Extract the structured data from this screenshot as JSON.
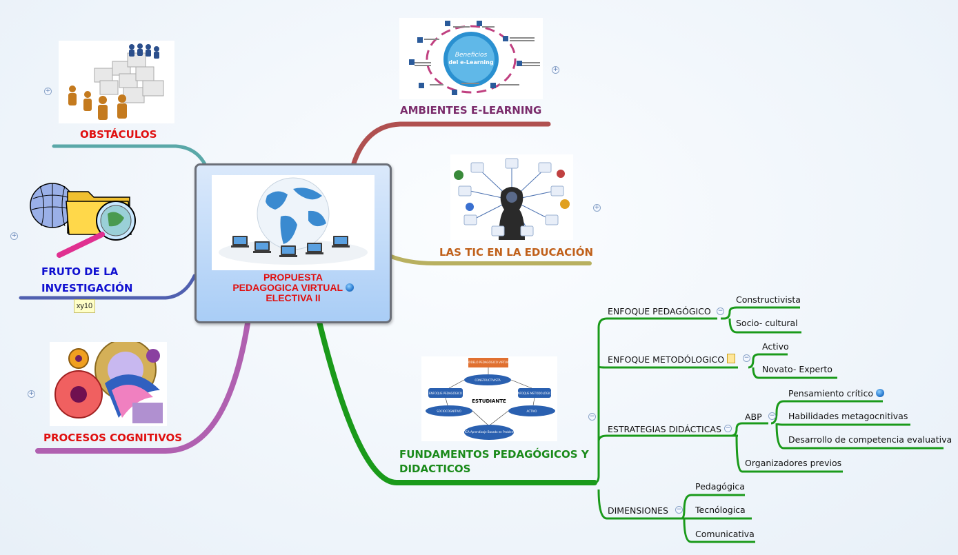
{
  "central": {
    "line1": "PROPUESTA",
    "line2": "PEDAGOGICA VIRTUAL",
    "line3": "ELECTIVA II",
    "icon": "globe-icon"
  },
  "topics": {
    "obstaculos": "OBSTÁCULOS",
    "fruto_line1": "FRUTO DE LA",
    "fruto_line2": "INVESTIGACIÓN",
    "fruto_tag": "xy10",
    "procesos": "PROCESOS COGNITIVOS",
    "ambientes": "AMBIENTES E-LEARNING",
    "tic": "LAS TIC EN LA EDUCACIÓN",
    "fundamentos_line1": "FUNDAMENTOS PEDAGÓGICOS Y",
    "fundamentos_line2": "DIDACTICOS"
  },
  "images": {
    "elearning_title_line1": "Beneficios",
    "elearning_title_line2": "del e-Learning",
    "diagram": {
      "box_top": "MODELO PEDAGÓGICO VIRTUAL",
      "constructivista": "CONSTRUCTIVISTA",
      "enfoque_ped": "ENFOQUE PEDAGÓGICO",
      "enfoque_met": "ENFOQUE METODOLÓGICO",
      "estudiante": "ESTUDIANTE",
      "sociocog": "SOCIOCOGNITIVO",
      "activo": "ACTIVO",
      "didactica": "DIDÁCTICA Aprendizaje Basado en Problemas ABP"
    }
  },
  "fundamentos": {
    "enfoque_pedagogico": {
      "label": "ENFOQUE PEDAGÓGICO",
      "children": [
        "Constructivista",
        "Socio- cultural"
      ]
    },
    "enfoque_metodologico": {
      "label": "ENFOQUE METODÓLOGICO",
      "icon": "note-icon",
      "children": [
        "Activo",
        "Novato- Experto"
      ]
    },
    "estrategias": {
      "label": "ESTRATEGIAS DIDÁCTICAS",
      "abp": "ABP",
      "abp_children": [
        "Pensamiento crítico",
        "Habilidades metagocnitivas",
        "Desarrollo de competencia evaluativa"
      ],
      "abp_icon": "globe-icon",
      "organizadores": "Organizadores previos"
    },
    "dimensiones": {
      "label": "DIMENSIONES",
      "children": [
        "Pedagógica",
        "Tecnólogica",
        "Comunicativa"
      ]
    }
  },
  "colors": {
    "obstaculos": "#e01010",
    "fruto": "#1010d0",
    "procesos": "#e01010",
    "ambientes": "#7a2b6b",
    "tic": "#c0601a",
    "fundamentos": "#1a8a1a",
    "branch_green": "#1a9a1a"
  }
}
